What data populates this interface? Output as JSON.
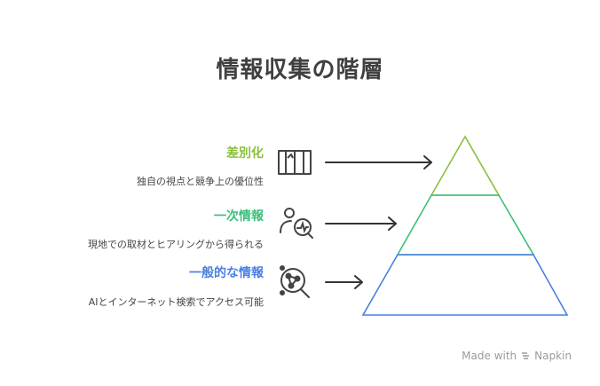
{
  "title": "情報収集の階層",
  "levels": [
    {
      "label": "差別化",
      "description": "独自の視点と競争上の優位性",
      "color": "#8cbf3f",
      "icon": "columns-icon"
    },
    {
      "label": "一次情報",
      "description": "現地での取材とヒアリングから得られる",
      "color": "#3cbf7a",
      "icon": "person-analytics-icon"
    },
    {
      "label": "一般的な情報",
      "description": "AIとインターネット検索でアクセス可能",
      "color": "#4a7fe0",
      "icon": "search-network-icon"
    }
  ],
  "footer": {
    "made_with": "Made with",
    "brand": "Napkin"
  }
}
